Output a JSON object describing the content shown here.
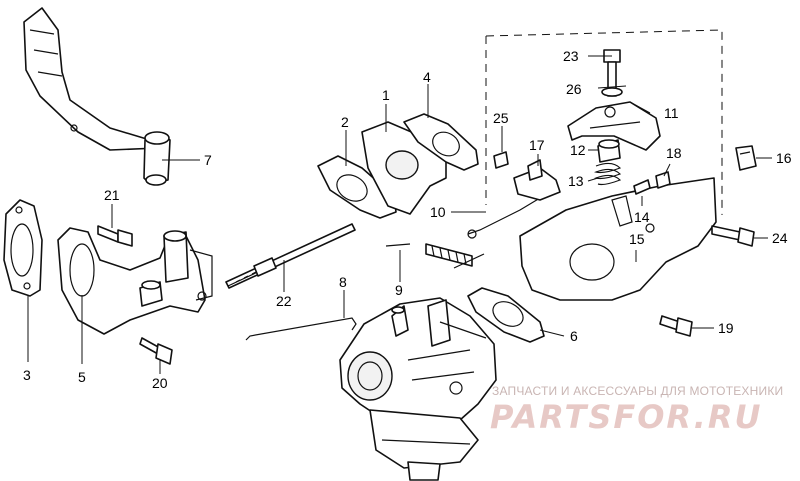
{
  "callouts": {
    "c1": "1",
    "c2": "2",
    "c3": "3",
    "c4": "4",
    "c5": "5",
    "c6": "6",
    "c7": "7",
    "c8": "8",
    "c9": "9",
    "c10": "10",
    "c11": "11",
    "c12": "12",
    "c13": "13",
    "c14": "14",
    "c15": "15",
    "c16": "16",
    "c17": "17",
    "c18": "18",
    "c19": "19",
    "c20": "20",
    "c21": "21",
    "c22": "22",
    "c23": "23",
    "c24": "24",
    "c25": "25",
    "c26": "26"
  },
  "watermark": {
    "caption": "ЗАПЧАСТИ И АКСЕССУАРЫ ДЛЯ МОТОТЕХНИКИ",
    "site": "PARTSFOR.RU",
    "color": "#e7c9c6"
  }
}
